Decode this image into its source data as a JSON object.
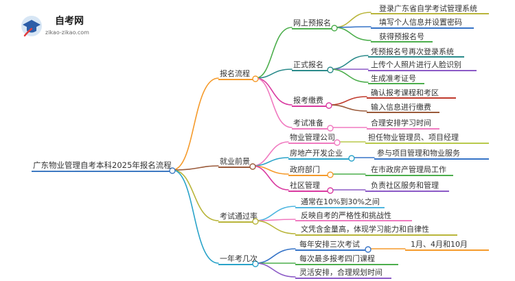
{
  "logo": {
    "title": "自考网",
    "subtitle": "zikao-zikao.com",
    "icon": "graduation-cap-icon"
  },
  "root": "广东物业管理自考本科2025年报名流程",
  "colors": {
    "root": "#3d79c2",
    "orange": "#f59a2a",
    "green": "#4cae4c",
    "teal": "#2a8a8a",
    "magenta": "#d93aa0",
    "pink": "#f07ac0",
    "brown": "#9a5a3a",
    "red": "#c0392b",
    "olive": "#b9b53a",
    "cyan": "#29a3c9",
    "blue": "#3573c7",
    "lightblue": "#4fb6e0",
    "purple": "#8b59c6",
    "lime": "#b8c94a"
  },
  "branches": [
    {
      "label": "报名流程",
      "children": [
        {
          "label": "网上预报名",
          "leaves": [
            "登录广东省自学考试管理系统",
            "填写个人信息并设置密码",
            "获得预报名号"
          ]
        },
        {
          "label": "正式报名",
          "leaves": [
            "凭预报名号再次登录系统",
            "上传个人照片进行人脸识别",
            "生成准考证号"
          ]
        },
        {
          "label": "报考缴费",
          "leaves": [
            "确认报考课程和考区",
            "输入信息进行缴费"
          ]
        },
        {
          "label": "考试准备",
          "leaves": [
            "合理安排学习时间"
          ]
        }
      ]
    },
    {
      "label": "就业前景",
      "children": [
        {
          "label": "物业管理公司",
          "leaves": [
            "担任物业管理员、项目经理"
          ]
        },
        {
          "label": "房地产开发企业",
          "leaves": [
            "参与项目管理和物业服务"
          ]
        },
        {
          "label": "政府部门",
          "leaves": [
            "在市政房产管理局工作"
          ]
        },
        {
          "label": "社区管理",
          "leaves": [
            "负责社区服务和管理"
          ]
        }
      ]
    },
    {
      "label": "考试通过率",
      "children": [
        {
          "label": "通常在10%到30%之间",
          "leaves": []
        },
        {
          "label": "反映自考的严格性和挑战性",
          "leaves": []
        },
        {
          "label": "文凭含金量高，体现学习能力和自律性",
          "leaves": []
        }
      ]
    },
    {
      "label": "一年考几次",
      "children": [
        {
          "label": "每年安排三次考试",
          "leaves": [
            "1月、4月和10月"
          ]
        },
        {
          "label": "每次最多报考四门课程",
          "leaves": []
        },
        {
          "label": "灵活安排，合理规划时间",
          "leaves": []
        }
      ]
    }
  ]
}
